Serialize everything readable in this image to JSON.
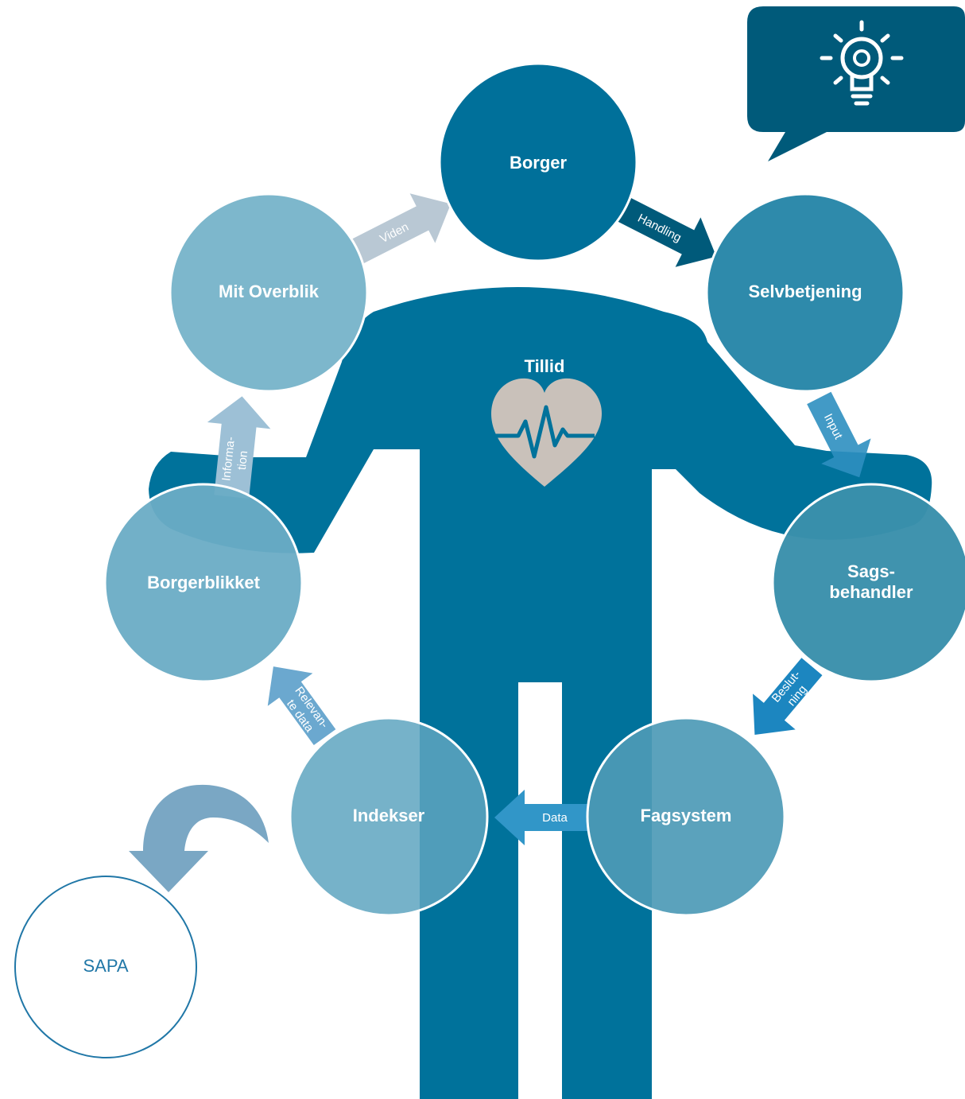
{
  "center": {
    "label": "Tillid"
  },
  "nodes": {
    "borger": "Borger",
    "selvbetjening": "Selvbetjening",
    "sagsbehandler_line1": "Sags-",
    "sagsbehandler_line2": "behandler",
    "fagsystem": "Fagsystem",
    "indekser": "Indekser",
    "borgerblikket": "Borgerblikket",
    "mit_overblik": "Mit Overblik",
    "sapa": "SAPA"
  },
  "arrows": {
    "handling": "Handling",
    "input": "Input",
    "beslutning_line1": "Beslut-",
    "beslutning_line2": "ning",
    "data": "Data",
    "relevante_line1": "Relevan-",
    "relevante_line2": "te data",
    "information_line1": "Informa-",
    "information_line2": "tion",
    "viden": "Viden"
  },
  "icons": {
    "idea": "lightbulb-gear-icon",
    "heart": "heart-pulse-icon"
  },
  "colors": {
    "figure": "#00729b",
    "dark_node": "#00709a",
    "mid_node": "#2e8aab",
    "light_node": "#7db7cc",
    "bubble": "#005a7a",
    "heart": "#c9c1ba",
    "sapa_text": "#2077a7"
  }
}
